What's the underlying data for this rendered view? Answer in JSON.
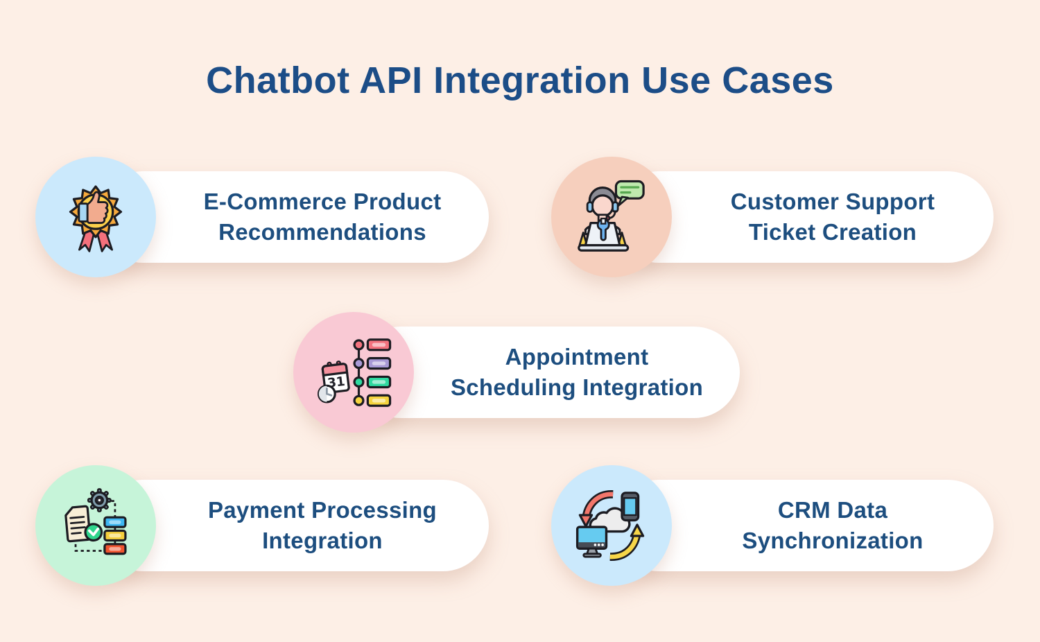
{
  "page": {
    "title": "Chatbot API Integration Use Cases",
    "background_color": "#fdefe6",
    "title_color": "#1c4d87",
    "label_color": "#1d4e7f",
    "pill_color": "#ffffff"
  },
  "cards": [
    {
      "label": "E-Commerce Product\nRecommendations",
      "icon": "award-thumbs-up-icon",
      "circle_color": "#cbe9fc"
    },
    {
      "label": "Customer Support\nTicket Creation",
      "icon": "support-agent-icon",
      "circle_color": "#f6cfbd"
    },
    {
      "label": "Appointment\nScheduling Integration",
      "icon": "calendar-schedule-icon",
      "circle_color": "#f9c9d4",
      "calendar_day": "31"
    },
    {
      "label": "Payment Processing\nIntegration",
      "icon": "document-gear-workflow-icon",
      "circle_color": "#c6f4d9"
    },
    {
      "label": "CRM Data\nSynchronization",
      "icon": "cloud-sync-devices-icon",
      "circle_color": "#cbe9fc"
    }
  ]
}
